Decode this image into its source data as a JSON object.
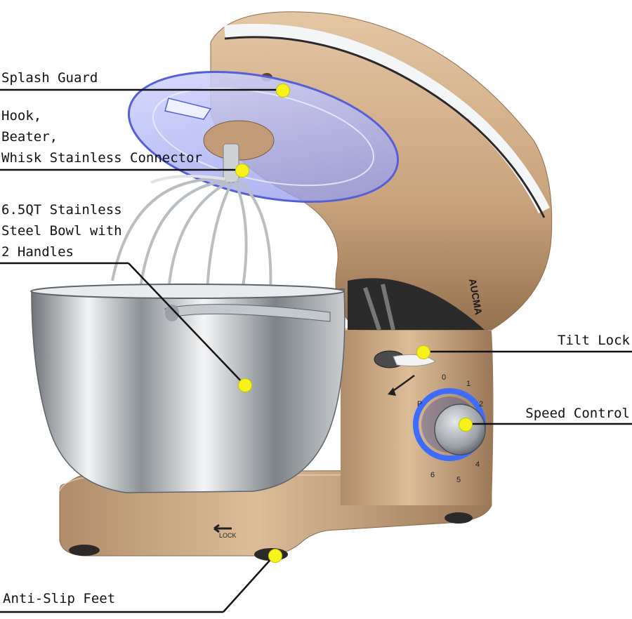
{
  "brand": "AUCMA",
  "base_label": "LOCK",
  "dial_numbers": [
    "0",
    "1",
    "2",
    "P",
    "4",
    "5",
    "6"
  ],
  "colors": {
    "body": "#c9a580",
    "body_shadow": "#8d6c4f",
    "steel": "#d9dde0",
    "ring": "#3d6cff",
    "marker": "#f6f21a"
  },
  "callouts": {
    "splash_guard": "Splash Guard",
    "connector_line1": "Hook,",
    "connector_line2": "Beater,",
    "connector_line3": "Whisk Stainless Connector",
    "bowl_line1": "6.5QT Stainless",
    "bowl_line2": "Steel Bowl with",
    "bowl_line3": "2 Handles",
    "tilt_lock": "Tilt Lock",
    "speed_control": "Speed Control",
    "anti_slip_feet": "Anti-Slip Feet"
  }
}
